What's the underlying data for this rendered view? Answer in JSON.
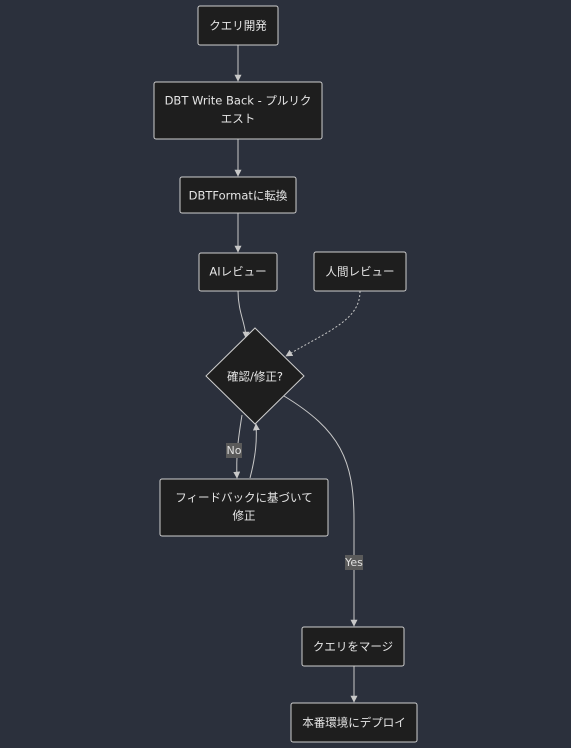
{
  "nodes": {
    "query_dev": "クエリ開発",
    "dbt_write_back_line1": "DBT Write Back - プルリク",
    "dbt_write_back_line2": "エスト",
    "dbt_format": "DBTFormatに転換",
    "ai_review": "AIレビュー",
    "human_review": "人間レビュー",
    "confirm_fix": "確認/修正?",
    "fix_feedback_line1": "フィードバックに基づいて",
    "fix_feedback_line2": "修正",
    "merge_query": "クエリをマージ",
    "deploy_prod": "本番環境にデプロイ"
  },
  "edges": {
    "no_label": "No",
    "yes_label": "Yes"
  },
  "colors": {
    "background": "#2b303c",
    "node_fill": "#1e1e1e",
    "node_stroke": "#cfcfcf",
    "edge": "#c8c8c8",
    "label_bg": "#5a5a5a"
  }
}
